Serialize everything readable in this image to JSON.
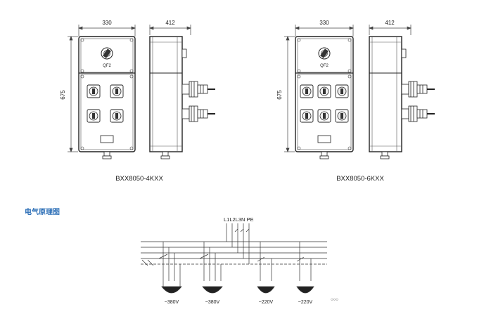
{
  "drawing_left": {
    "width_dim": "330",
    "depth_dim": "412",
    "height_dim": "675",
    "switch_label": "QF2",
    "model": "BXX8050-4KXX"
  },
  "drawing_right": {
    "width_dim": "330",
    "depth_dim": "412",
    "height_dim": "675",
    "switch_label": "QF2",
    "model": "BXX8050-6KXX"
  },
  "section_heading": "电气原理图",
  "schematic": {
    "bus_label": "L1L2L3N PE",
    "voltages": [
      "~380V",
      "~380V",
      "~220V",
      "~220V"
    ],
    "ellipsis": "○○○"
  }
}
